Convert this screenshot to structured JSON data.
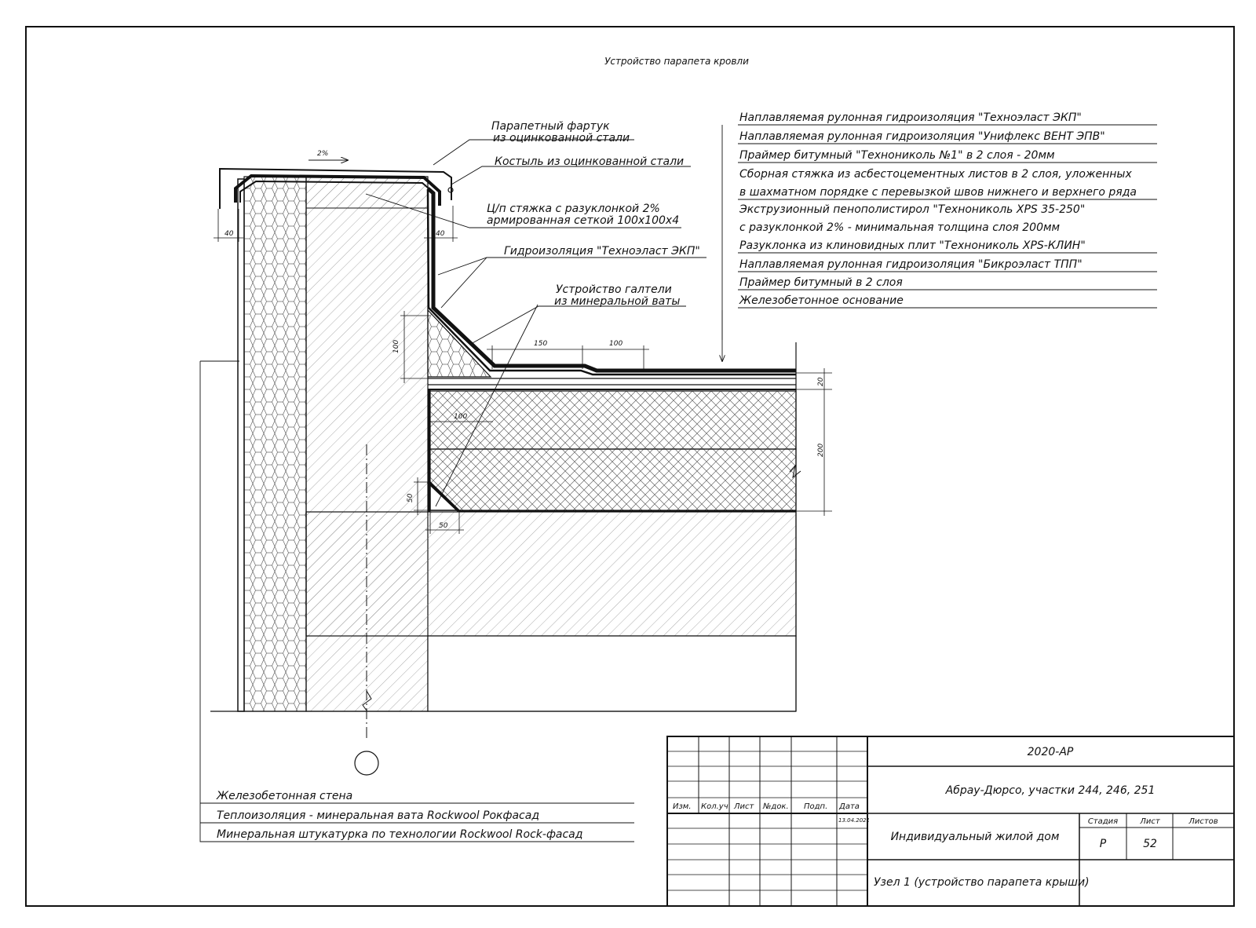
{
  "drawing_title": "Устройство парапета кровли",
  "slope_label": "2%",
  "callouts": {
    "fartuk_line1": "Парапетный фартук",
    "fartuk_line2": "из оцинкованной стали",
    "kostyl": "Костыль из оцинкованной стали",
    "styazhka_line1": "Ц/п стяжка с разуклонкой 2%",
    "styazhka_line2": "армированная сеткой 100х100х4",
    "gidro": "Гидроизоляция \"Техноэласт ЭКП\"",
    "galtel_line1": "Устройство галтели",
    "galtel_line2": "из минеральной ваты"
  },
  "roof_layers": [
    "Наплавляемая рулонная гидроизоляция \"Техноэласт ЭКП\"",
    "Наплавляемая рулонная гидроизоляция \"Унифлекс ВЕНТ ЭПВ\"",
    "Праймер битумный \"Технониколь №1\" в 2 слоя - 20мм",
    "Сборная стяжка из асбестоцементных листов в 2 слоя, уложенных",
    "в шахматном порядке с перевызкой швов нижнего и верхнего ряда",
    "Экструзионный пенополистирол \"Технониколь XPS 35-250\"",
    "с разуклонкой 2% - минимальная толщина слоя 200мм",
    "Разуклонка из клиновидных плит \"Технониколь XPS-КЛИН\"",
    "Наплавляемая рулонная гидроизоляция \"Бикроэласт ТПП\"",
    "Праймер битумный в 2 слоя",
    "Железобетонное основание"
  ],
  "wall_layers": [
    "Железобетонная стена",
    "Теплоизоляция - минеральная вата Rockwool Рокфасад",
    "Минеральная штукатурка по технологии Rockwool Rock-фасад"
  ],
  "dimensions": {
    "d40_left": "40",
    "d40_right": "40",
    "d100_vert": "100",
    "d150": "150",
    "d100_top": "100",
    "d100_mid": "100",
    "d50_vert": "50",
    "d50_horiz": "50",
    "d20": "20",
    "d200": "200"
  },
  "title_block": {
    "code": "2020-АР",
    "project": "Абрау-Дюрсо, участки 244, 246, 251",
    "building": "Индивидуальный жилой дом",
    "sheet_name": "Узел 1 (устройство парапета крыши)",
    "headers": [
      "Изм.",
      "Кол.уч",
      "Лист",
      "№док.",
      "Подп.",
      "Дата"
    ],
    "date": "13.04.2021",
    "stage_header": "Стадия",
    "sheet_header": "Лист",
    "sheets_header": "Листов",
    "stage": "Р",
    "sheet_no": "52"
  },
  "colors": {
    "line": "#111111",
    "hatch": "#777777",
    "paper": "#ffffff"
  }
}
